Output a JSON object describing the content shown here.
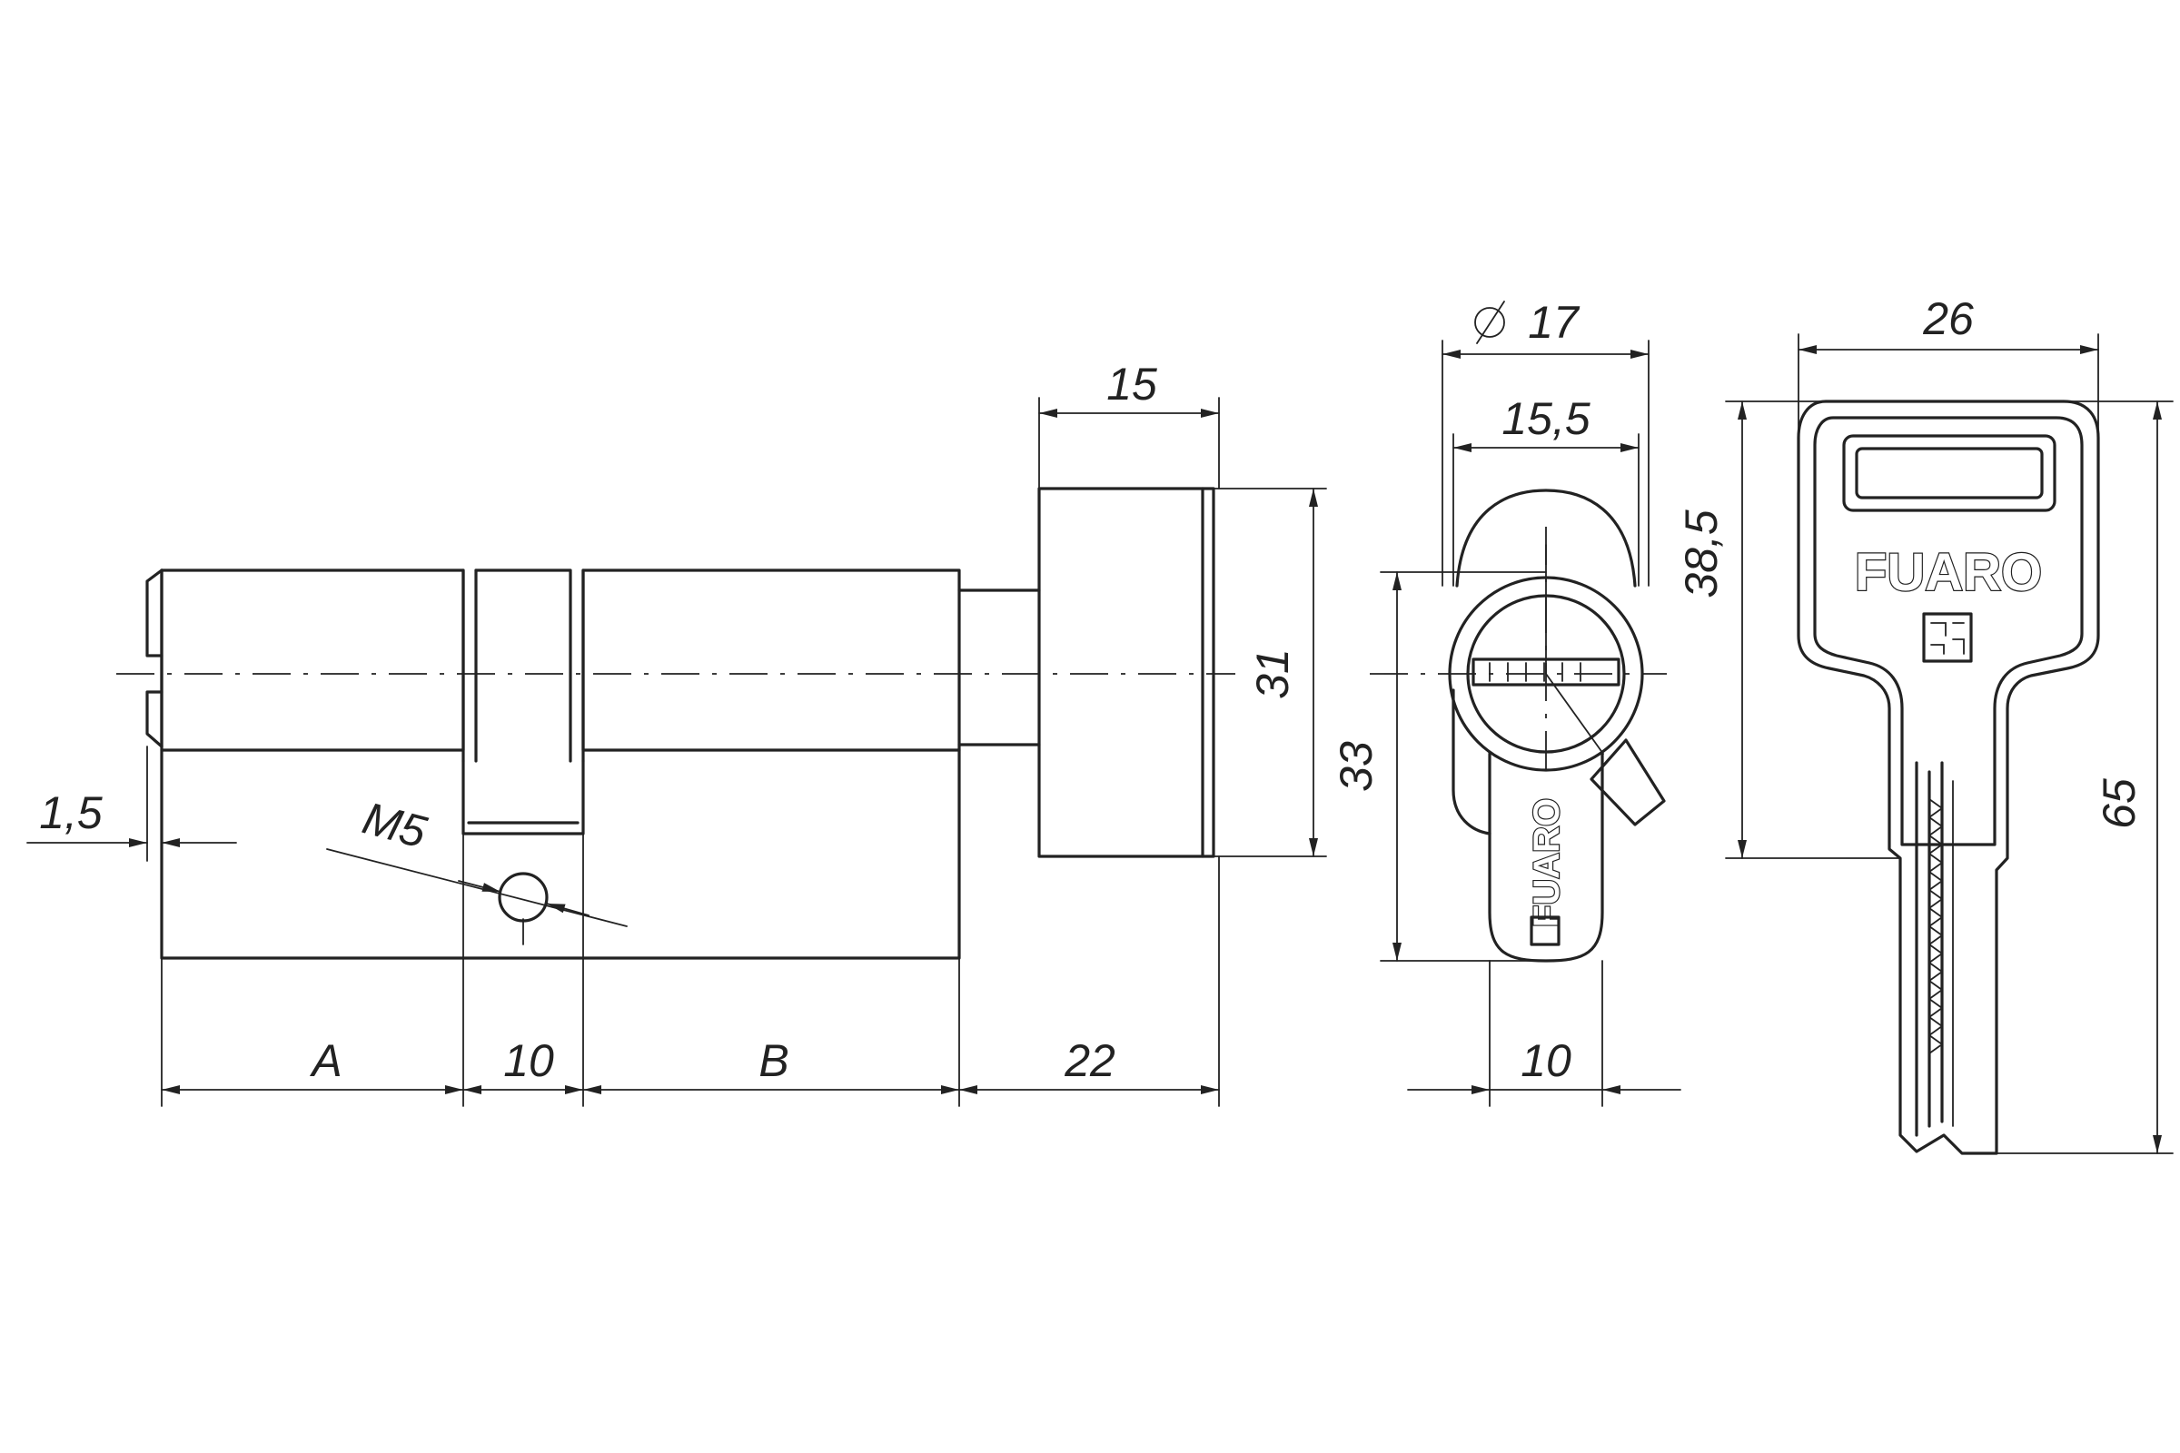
{
  "dimensions": {
    "a": "A",
    "ten_bottom": "10",
    "b": "B",
    "twenty_two": "22",
    "fifteen": "15",
    "thirty_one": "31",
    "one_five": "1,5",
    "m5": "M5",
    "dia_17": "17",
    "fifteen_five": "15,5",
    "thirty_three": "33",
    "ten_side": "10",
    "twenty_six": "26",
    "thirty_eight_five": "38,5",
    "sixty_five": "65"
  },
  "brand": {
    "key_logo": "FUARO",
    "cylinder_logo": "FUARO"
  }
}
